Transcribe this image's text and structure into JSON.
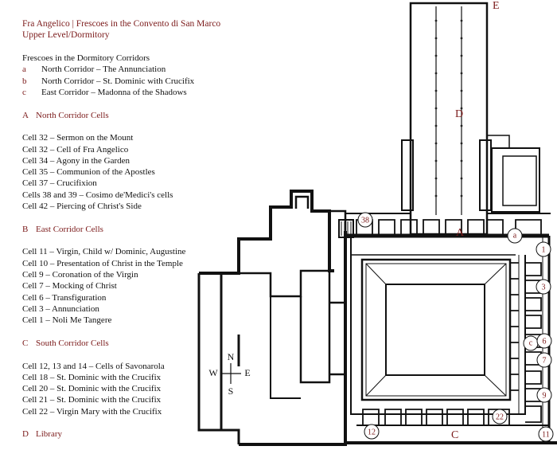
{
  "title_line1": "Fra Angelico | Frescoes in the Convento di San Marco",
  "title_line2": "Upper Level/Dormitory",
  "corridors": {
    "heading": "Frescoes in the Dormitory Corridors",
    "items": [
      {
        "key": "a",
        "text": "North Corridor – The Annunciation"
      },
      {
        "key": "b",
        "text": "North Corridor – St. Dominic with Crucifix"
      },
      {
        "key": "c",
        "text": "East Corridor – Madonna of the Shadows"
      }
    ]
  },
  "sections": [
    {
      "key": "A",
      "title": "North Corridor Cells",
      "items": [
        "Cell 32 –  Sermon on the Mount",
        "Cell 32 –  Cell of Fra Angelico",
        "Cell 34 – Agony in the Garden",
        "Cell 35 – Communion of the Apostles",
        "Cell 37 – Crucifixion",
        "Cells 38 and 39 – Cosimo de'Medici's cells",
        "Cell 42 – Piercing of Christ's Side"
      ]
    },
    {
      "key": "B",
      "title": "East Corridor Cells",
      "items": [
        "Cell 11 – Virgin, Child w/ Dominic, Augustine",
        "Cell 10 – Presentation of Christ in the Temple",
        "Cell 9 – Coronation of the Virgin",
        "Cell 7 – Mocking of Christ",
        "Cell 6 – Transfiguration",
        "Cell 3 – Annunciation",
        "Cell 1 – Noli Me Tangere"
      ]
    },
    {
      "key": "C",
      "title": "South Corridor Cells",
      "items": [
        "Cell 12, 13 and 14 – Cells of Savonarola",
        "Cell 18 – St. Dominic with the Crucifix",
        "Cell 20 – St. Dominic with the Crucifix",
        "Cell 21 – St. Dominic with the Crucifix",
        "Cell 22 – Virgin Mary with the Crucifix"
      ]
    },
    {
      "key": "D",
      "title": "Library",
      "items": []
    }
  ],
  "plan": {
    "labels": {
      "A": "A",
      "C": "C",
      "D": "D",
      "E": "E"
    },
    "markers": {
      "m38": "38",
      "ma": "a",
      "m1": "1",
      "m3": "3",
      "mc": "c",
      "m6": "6",
      "m7": "7",
      "m9": "9",
      "m22": "22",
      "m12": "12",
      "m11": "11"
    },
    "compass": {
      "n": "N",
      "s": "S",
      "e": "E",
      "w": "W"
    }
  },
  "colors": {
    "accent": "#7b1a1a",
    "ink": "#111111"
  }
}
